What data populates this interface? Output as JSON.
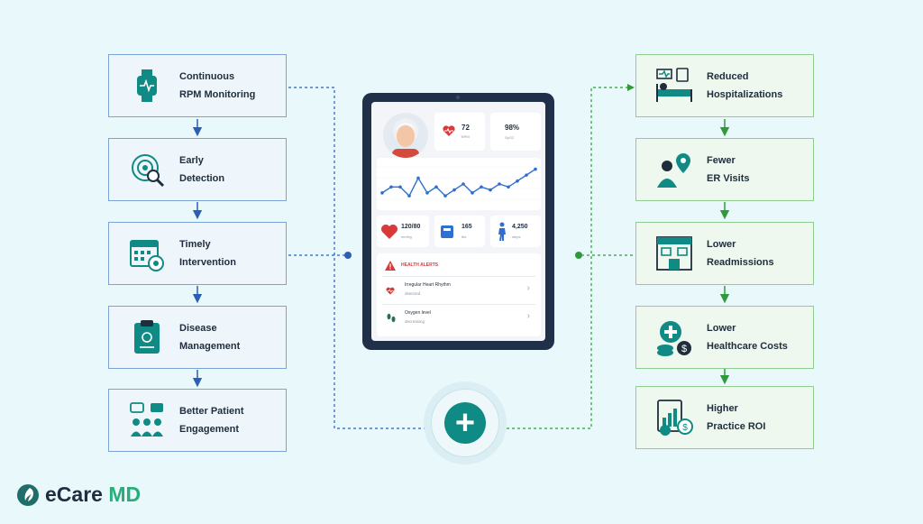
{
  "left_steps": [
    {
      "line1": "Continuous",
      "line2": "RPM Monitoring",
      "icon": "smartwatch-icon"
    },
    {
      "line1": "Early",
      "line2": "Detection",
      "icon": "virus-magnifier-icon"
    },
    {
      "line1": "Timely",
      "line2": "Intervention",
      "icon": "calendar-clock-icon"
    },
    {
      "line1": "Disease",
      "line2": "Management",
      "icon": "clipboard-medical-icon"
    },
    {
      "line1": "Better Patient",
      "line2": "Engagement",
      "icon": "patient-chat-icon"
    }
  ],
  "right_steps": [
    {
      "line1": "Reduced",
      "line2": "Hospitalizations",
      "icon": "hospital-bed-icon"
    },
    {
      "line1": "Fewer",
      "line2": "ER Visits",
      "icon": "person-location-icon"
    },
    {
      "line1": "Lower",
      "line2": "Readmissions",
      "icon": "hospital-building-icon"
    },
    {
      "line1": "Lower",
      "line2": "Healthcare Costs",
      "icon": "coins-medical-icon"
    },
    {
      "line1": "Higher",
      "line2": "Practice ROI",
      "icon": "roi-chart-icon"
    }
  ],
  "tablet": {
    "bpm_value": "72",
    "bpm_unit": "BPM",
    "spo2_value": "98%",
    "spo2_unit": "SpO2",
    "bp_value": "120/80",
    "bp_unit": "mmHg",
    "weight_value": "165",
    "weight_unit": "lbs",
    "steps_value": "4,250",
    "steps_unit": "steps",
    "alerts_title": "HEALTH ALERTS",
    "alerts": [
      {
        "title": "Irregular Heart Rhythm",
        "status": "detected"
      },
      {
        "title": "Oxygen level",
        "status": "decreasing"
      }
    ],
    "chart_points": [
      4,
      6,
      6,
      3,
      9,
      4,
      6,
      3,
      5,
      7,
      4,
      6,
      5,
      7,
      6,
      8,
      10,
      12
    ],
    "chart_ylim": [
      0,
      14
    ]
  },
  "brand": {
    "name_part1": "eCare",
    "name_part2": "MD"
  },
  "colors": {
    "left_border": "#7aa4d6",
    "right_border": "#8fcc8f",
    "teal": "#0f8a84",
    "left_arrow": "#2b5fb4",
    "right_arrow": "#2f9a3a"
  }
}
